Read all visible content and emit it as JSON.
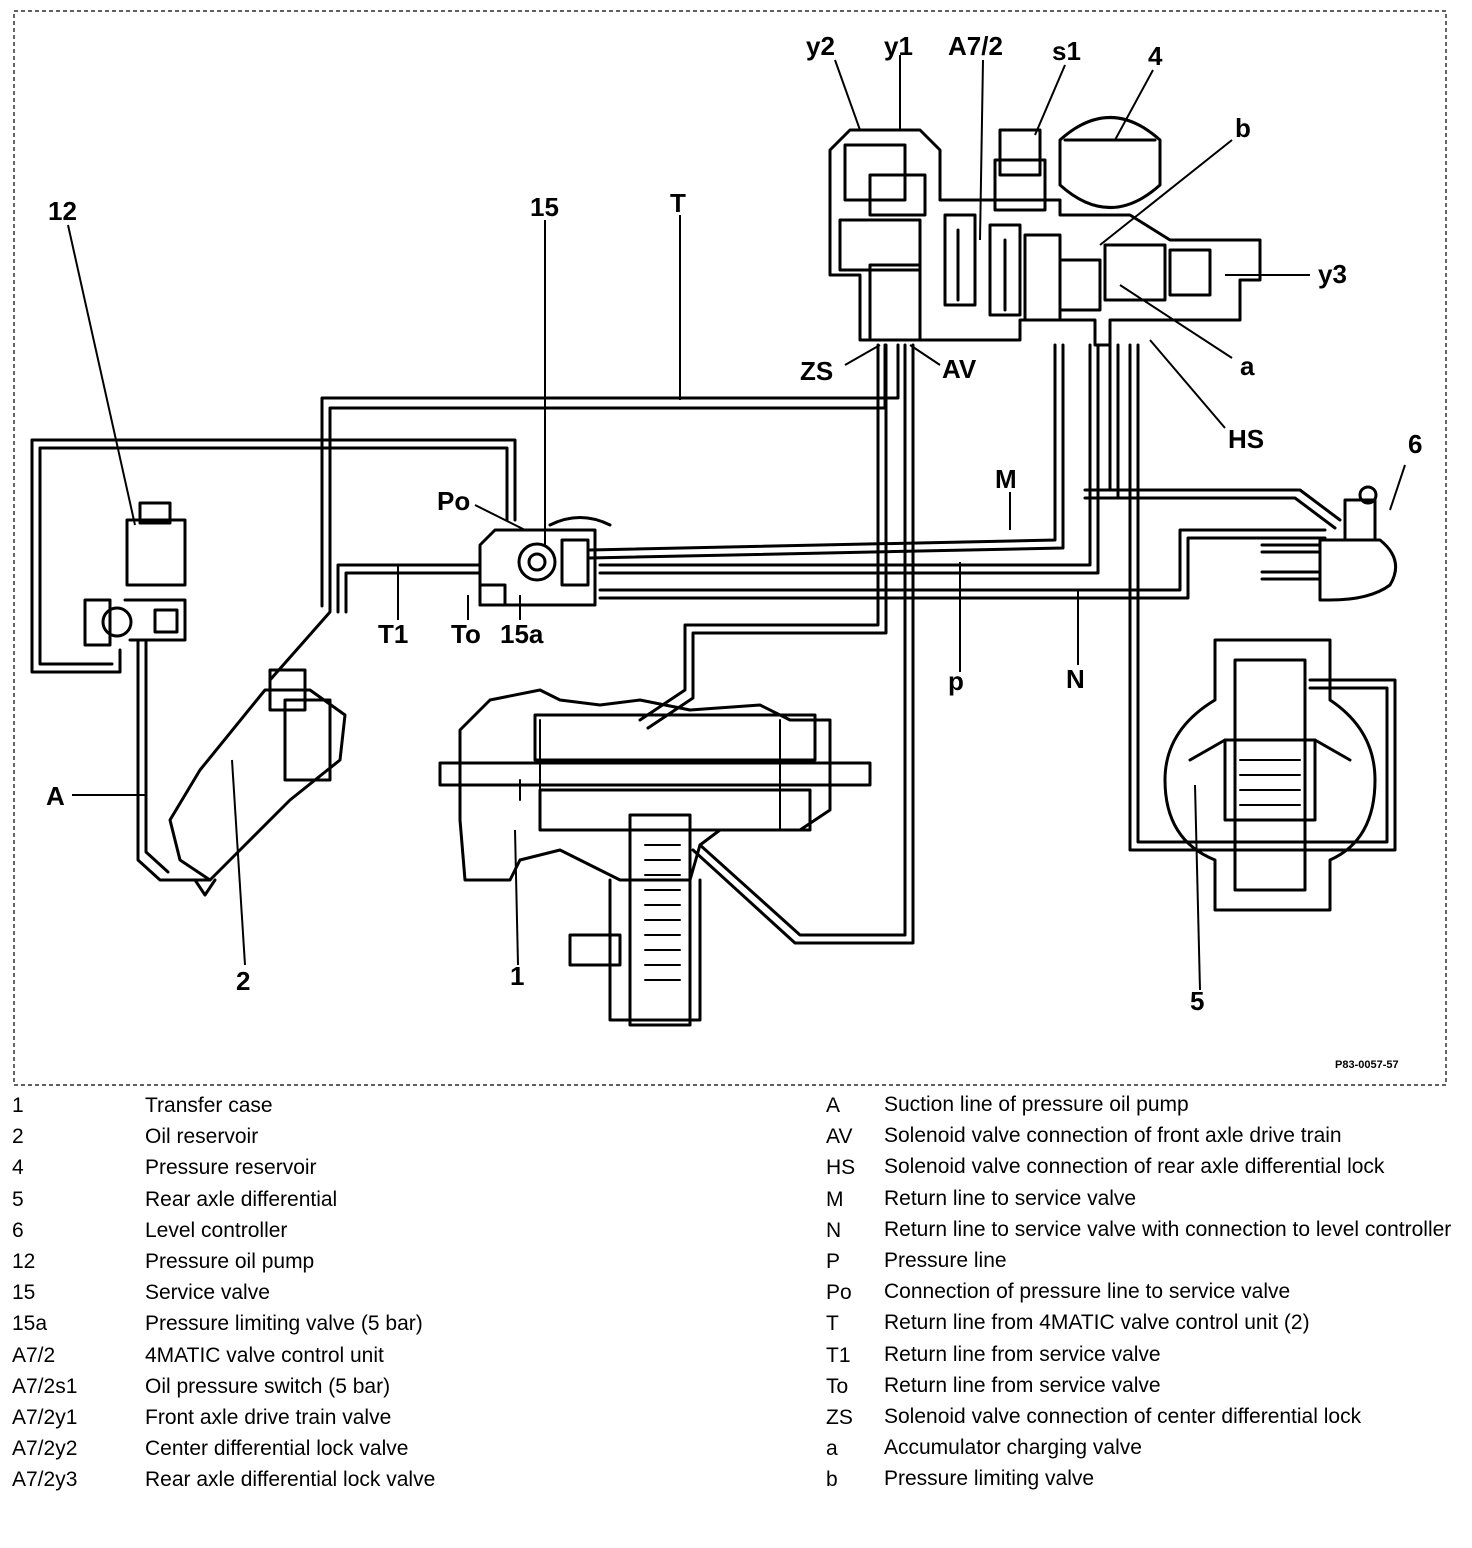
{
  "diagram": {
    "callouts": {
      "c12": "12",
      "c15": "15",
      "cT": "T",
      "cy2": "y2",
      "cy1": "y1",
      "cA72": "A7/2",
      "cs1": "s1",
      "c4": "4",
      "cb": "b",
      "cy3": "y3",
      "ca": "a",
      "cZS": "ZS",
      "cAV": "AV",
      "cHS": "HS",
      "c6": "6",
      "cM": "M",
      "cPo": "Po",
      "cT1": "T1",
      "cTo": "To",
      "c15a": "15a",
      "cP": "p",
      "cN": "N",
      "cA": "A",
      "c2": "2",
      "c1": "1",
      "c5": "5"
    },
    "ref_code": "P83-0057-57"
  },
  "legend_left": [
    {
      "code": "1",
      "desc": "Transfer case"
    },
    {
      "code": "2",
      "desc": "Oil reservoir"
    },
    {
      "code": "4",
      "desc": "Pressure reservoir"
    },
    {
      "code": "5",
      "desc": "Rear axle differential"
    },
    {
      "code": "6",
      "desc": "Level controller"
    },
    {
      "code": "12",
      "desc": "Pressure oil pump"
    },
    {
      "code": "15",
      "desc": "Service valve"
    },
    {
      "code": "15a",
      "desc": "Pressure limiting valve (5 bar)"
    },
    {
      "code": "A7/2",
      "desc": "4MATIC valve control unit"
    },
    {
      "code": "A7/2s1",
      "desc": "Oil pressure switch (5 bar)"
    },
    {
      "code": "A7/2y1",
      "desc": "Front axle drive train valve"
    },
    {
      "code": "A7/2y2",
      "desc": "Center differential lock valve"
    },
    {
      "code": "A7/2y3",
      "desc": "Rear axle differential lock valve"
    }
  ],
  "legend_right": [
    {
      "code": "A",
      "desc": "Suction line of pressure oil pump"
    },
    {
      "code": "AV",
      "desc": "Solenoid valve connection of front axle drive train"
    },
    {
      "code": "HS",
      "desc": "Solenoid valve connection of rear axle differential lock"
    },
    {
      "code": "M",
      "desc": "Return line to service valve"
    },
    {
      "code": "N",
      "desc": "Return line to service valve with connection to level controller"
    },
    {
      "code": "P",
      "desc": "Pressure line"
    },
    {
      "code": "Po",
      "desc": "Connection of pressure line to service valve"
    },
    {
      "code": "T",
      "desc": "Return line from 4MATIC valve control unit (2)"
    },
    {
      "code": "T1",
      "desc": "Return line from service valve"
    },
    {
      "code": "To",
      "desc": "Return line from service valve"
    },
    {
      "code": "ZS",
      "desc": "Solenoid valve connection of center differential lock"
    },
    {
      "code": "a",
      "desc": "Accumulator charging valve"
    },
    {
      "code": "b",
      "desc": "Pressure limiting valve"
    }
  ]
}
